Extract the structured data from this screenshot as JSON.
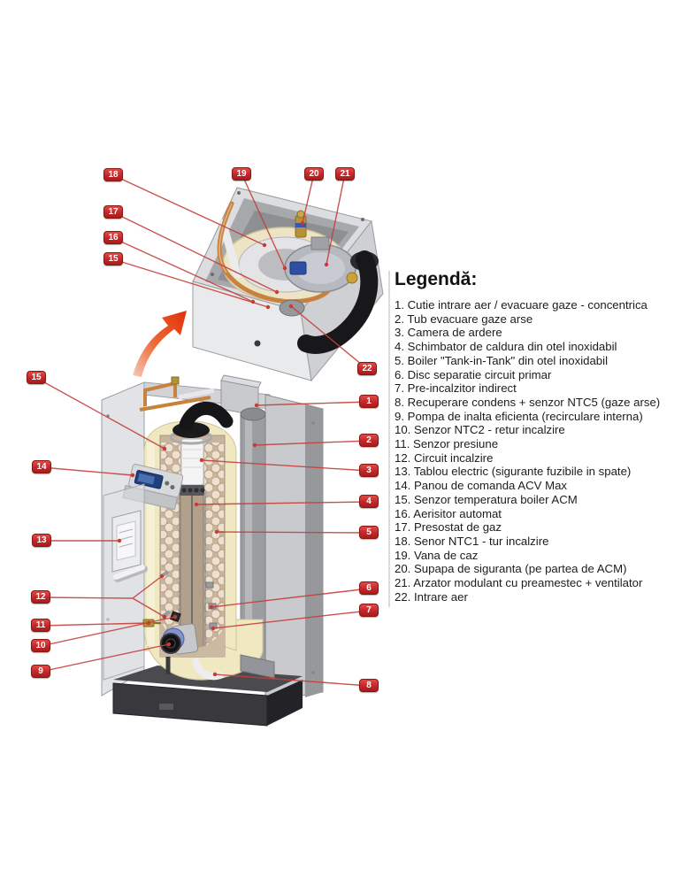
{
  "legend": {
    "heading": "Legendă:",
    "items": [
      "1. Cutie intrare aer / evacuare gaze - concentrica",
      "2. Tub evacuare gaze arse",
      "3. Camera de ardere",
      "4. Schimbator de caldura din otel inoxidabil",
      "5. Boiler \"Tank-in-Tank\" din otel inoxidabil",
      "6. Disc separatie circuit primar",
      "7. Pre-incalzitor indirect",
      "8. Recuperare condens + senzor NTC5 (gaze arse)",
      "9. Pompa de inalta eficienta (recirculare interna)",
      "10. Senzor NTC2 - retur incalzire",
      "11. Senzor presiune",
      "12. Circuit incalzire",
      "13. Tablou electric (sigurante fuzibile in spate)",
      "14. Panou de comanda ACV Max",
      "15. Senzor temperatura boiler ACM",
      "16. Aerisitor automat",
      "17. Presostat de gaz",
      "18. Senor NTC1 - tur incalzire",
      "19. Vana de caz",
      "20. Supapa de siguranta (pe partea de ACM)",
      "21. Arzator modulant cu preamestec + ventilator",
      "22. Intrare aer"
    ]
  },
  "badges": [
    {
      "num": "18"
    },
    {
      "num": "17"
    },
    {
      "num": "16"
    },
    {
      "num": "15"
    },
    {
      "num": "19"
    },
    {
      "num": "20"
    },
    {
      "num": "21"
    },
    {
      "num": "22"
    },
    {
      "num": "15"
    },
    {
      "num": "14"
    },
    {
      "num": "13"
    },
    {
      "num": "12"
    },
    {
      "num": "11"
    },
    {
      "num": "10"
    },
    {
      "num": "9"
    },
    {
      "num": "1"
    },
    {
      "num": "2"
    },
    {
      "num": "3"
    },
    {
      "num": "4"
    },
    {
      "num": "5"
    },
    {
      "num": "6"
    },
    {
      "num": "7"
    },
    {
      "num": "8"
    }
  ],
  "colors": {
    "badge_red": "#c1272d",
    "leader_line_red": "#c4403c",
    "arrow_red": "#e13008",
    "tank_cream": "#efe8c1",
    "copper": "#c8823f"
  }
}
